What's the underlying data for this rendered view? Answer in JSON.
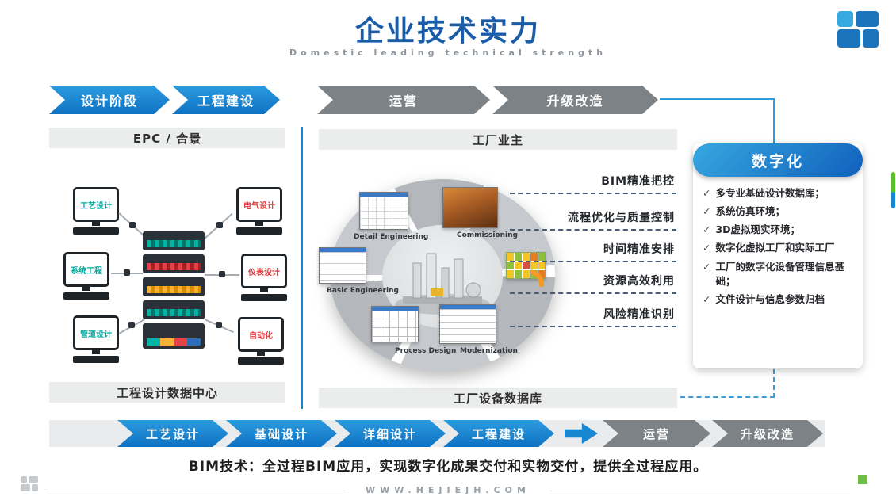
{
  "header": {
    "title": "企业技术实力",
    "subtitle": "Domestic leading technical strength"
  },
  "top_phases": [
    {
      "label": "设计阶段",
      "style": "blue"
    },
    {
      "label": "工程建设",
      "style": "blue"
    },
    {
      "label": "运营",
      "style": "gray"
    },
    {
      "label": "升级改造",
      "style": "gray"
    }
  ],
  "epc": {
    "title": "EPC / 合景",
    "footer": "工程设计数据中心",
    "workstations": [
      "工艺设计",
      "电气设计",
      "系统工程",
      "仪表设计",
      "管道设计",
      "自动化"
    ]
  },
  "factory": {
    "title": "工厂业主",
    "footer": "工厂设备数据库",
    "wheel_labels": [
      "Detail Engineering",
      "Commissioning",
      "Basic Engineering",
      "Process Design",
      "Modernization"
    ]
  },
  "benefits": [
    "BIM精准把控",
    "流程优化与质量控制",
    "时间精准安排",
    "资源高效利用",
    "风险精准识别"
  ],
  "digital": {
    "title": "数字化",
    "check_icon": "✓",
    "items": [
      "多专业基础设计数据库；",
      "系统仿真环境；",
      "3D虚拟现实环境；",
      "数字化虚拟工厂和实际工厂",
      "工厂的数字化设备管理信息基础；",
      "文件设计与信息参数归档"
    ]
  },
  "bottom_phases": [
    {
      "label": "工艺设计",
      "style": "blue"
    },
    {
      "label": "基础设计",
      "style": "blue"
    },
    {
      "label": "详细设计",
      "style": "blue"
    },
    {
      "label": "工程建设",
      "style": "blue"
    },
    {
      "label": "运营",
      "style": "gray"
    },
    {
      "label": "升级改造",
      "style": "gray"
    }
  ],
  "note": "BIM技术：全过程BIM应用，实现数字化成果交付和实物交付，提供全过程应用。",
  "footer": {
    "url": "WWW.HEJIEJH.COM"
  },
  "colors": {
    "title_blue": "#1A5CA8",
    "accent_blue": "#1787D2",
    "phase_gray": "#7D8286",
    "teal": "#00A99D",
    "red": "#E23B3F",
    "green_square": "#6FBE44"
  }
}
